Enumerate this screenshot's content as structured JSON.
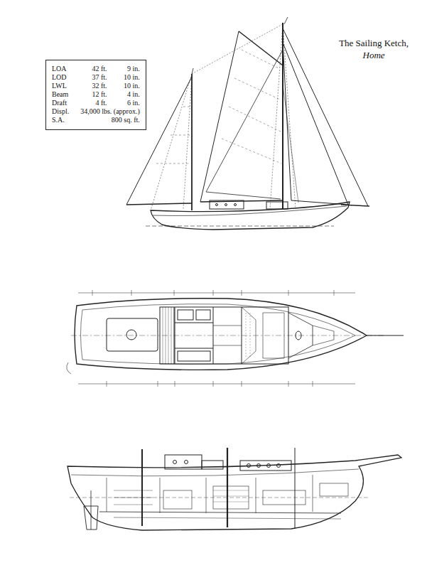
{
  "diagram": {
    "title": "The Sailing Ketch,",
    "nodes": [
      {
        "text": [
          "LOA",
          "42 ft.",
          "9 in.",
          "LOD",
          "37 ft.",
          "10 in.",
          "LWL",
          "32 ft.",
          "10 in.",
          "Beam",
          "12 ft.",
          "4 in.",
          "Draft",
          "4 ft.",
          "6 in.",
          "Displ.",
          "34,000 lbs. (approx.)",
          "S.A.",
          "800 sq. ft."
        ]
      }
    ],
    "labels": [
      "Home"
    ]
  }
}
